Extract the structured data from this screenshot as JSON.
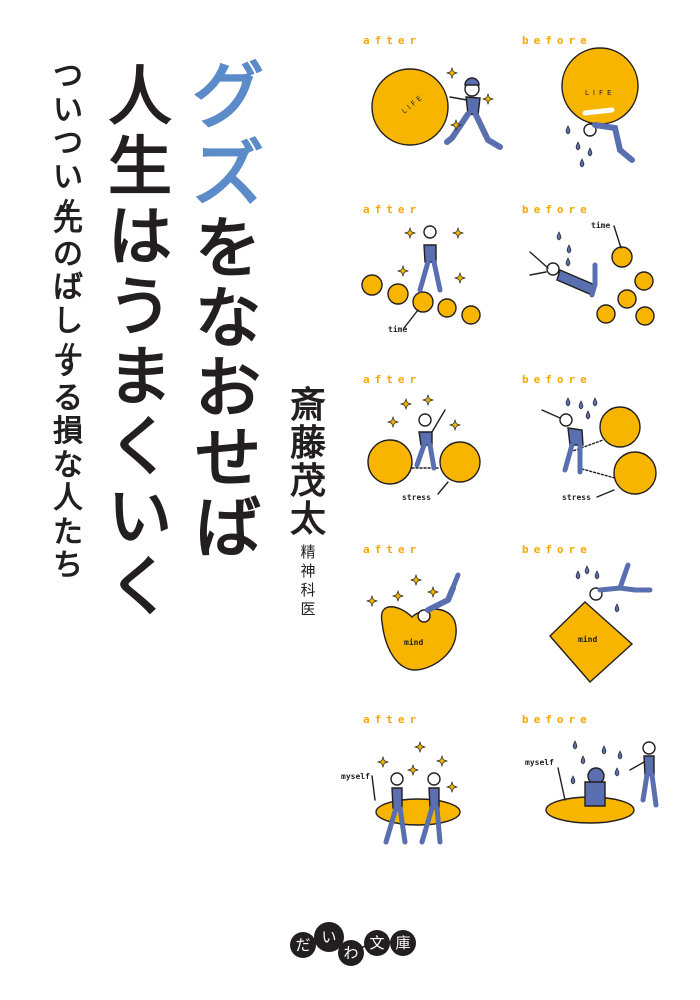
{
  "cover": {
    "title_line1": [
      "グ",
      "ズ",
      "を",
      "な",
      "お",
      "せ",
      "ば"
    ],
    "title_line2": [
      "人",
      "生",
      "は",
      "う",
      "ま",
      "く",
      "い",
      "く"
    ],
    "subtitle": [
      "つ",
      "い",
      "つ",
      "い",
      "〃",
      "先",
      "の",
      "ば",
      "し",
      "〃",
      "す",
      "る",
      "損",
      "な",
      "人",
      "た",
      "ち"
    ],
    "author": [
      "斎",
      "藤",
      "茂",
      "太"
    ],
    "author_role": [
      "精",
      "神",
      "科",
      "医"
    ],
    "publisher_logo": [
      "だ",
      "い",
      "わ",
      "文",
      "庫"
    ]
  },
  "colors": {
    "title_accent": "#5b8bc8",
    "illustration_orange": "#f7b500",
    "figure_blue": "#5a6fb0",
    "label_orange": "#f5a900",
    "ink": "#231f20"
  },
  "panels": [
    {
      "after_label": "after",
      "before_label": "before",
      "after_caption": "LIFE",
      "before_caption": "LIFE"
    },
    {
      "after_label": "after",
      "before_label": "before",
      "after_caption": "time",
      "before_caption": "time"
    },
    {
      "after_label": "after",
      "before_label": "before",
      "after_caption": "stress",
      "before_caption": "stress"
    },
    {
      "after_label": "after",
      "before_label": "before",
      "after_caption": "mind",
      "before_caption": "mind"
    },
    {
      "after_label": "after",
      "before_label": "before",
      "after_caption": "myself",
      "before_caption": "myself"
    }
  ]
}
